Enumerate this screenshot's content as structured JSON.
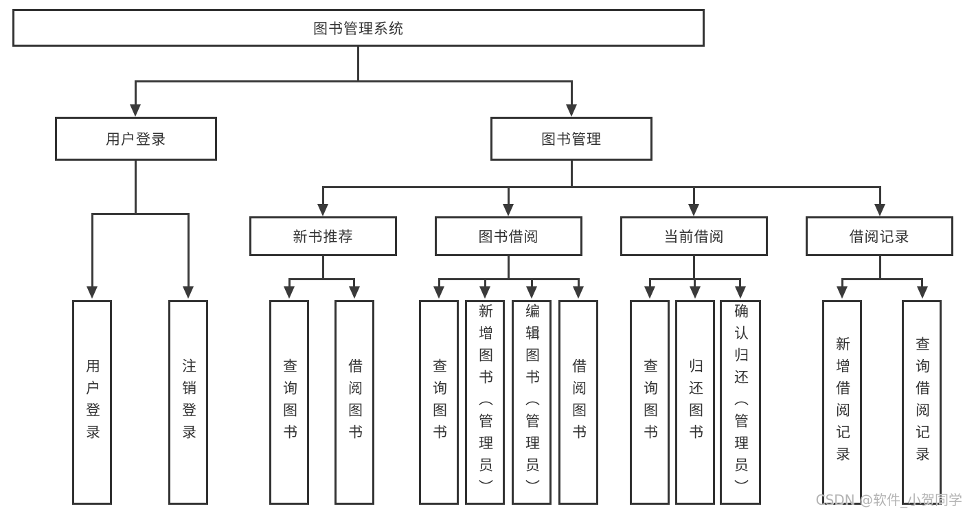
{
  "nodes": {
    "root": {
      "label": "图书管理系统"
    },
    "branches": [
      {
        "label": "用户登录",
        "children": [
          {
            "label": "用户登录"
          },
          {
            "label": "注销登录"
          }
        ]
      },
      {
        "label": "图书管理",
        "children": [
          {
            "label": "新书推荐",
            "children": [
              {
                "label": "查询图书"
              },
              {
                "label": "借阅图书"
              }
            ]
          },
          {
            "label": "图书借阅",
            "children": [
              {
                "label": "查询图书"
              },
              {
                "label": "新增图书（管理员）"
              },
              {
                "label": "编辑图书（管理员）"
              },
              {
                "label": "借阅图书"
              }
            ]
          },
          {
            "label": "当前借阅",
            "children": [
              {
                "label": "查询图书"
              },
              {
                "label": "归还图书"
              },
              {
                "label": "确认归还（管理员）"
              }
            ]
          },
          {
            "label": "借阅记录",
            "children": [
              {
                "label": "新增借阅记录"
              },
              {
                "label": "查询借阅记录"
              }
            ]
          }
        ]
      }
    ]
  },
  "watermark": {
    "text": "CSDN @软件_小贺同学"
  },
  "colors": {
    "line": "#3a3a3a",
    "box_border": "#333333",
    "text": "#333333",
    "background": "#ffffff",
    "watermark": "#b4b4b4"
  }
}
